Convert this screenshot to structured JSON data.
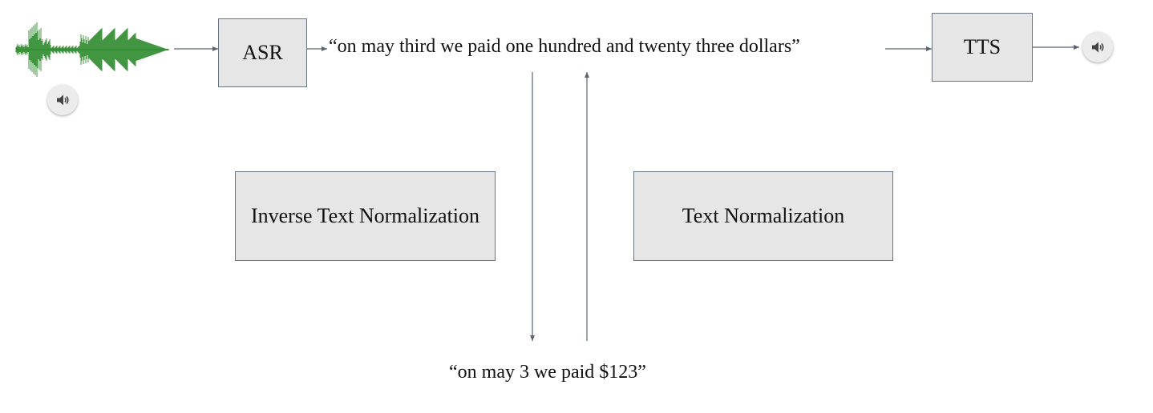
{
  "boxes": {
    "asr": "ASR",
    "tts": "TTS",
    "itn": "Inverse Text Normalization",
    "tn": "Text Normalization"
  },
  "texts": {
    "spoken": "“on may third we paid one hundred and twenty three dollars”",
    "written": "“on may 3 we paid $123”"
  },
  "icons": {
    "waveform": "audio-waveform-icon",
    "speaker": "speaker-icon"
  },
  "colors": {
    "waveform": "#2e8b2e",
    "arrow": "#5a6470",
    "box_fill": "#e6e6e6",
    "box_border": "#6b7580"
  }
}
